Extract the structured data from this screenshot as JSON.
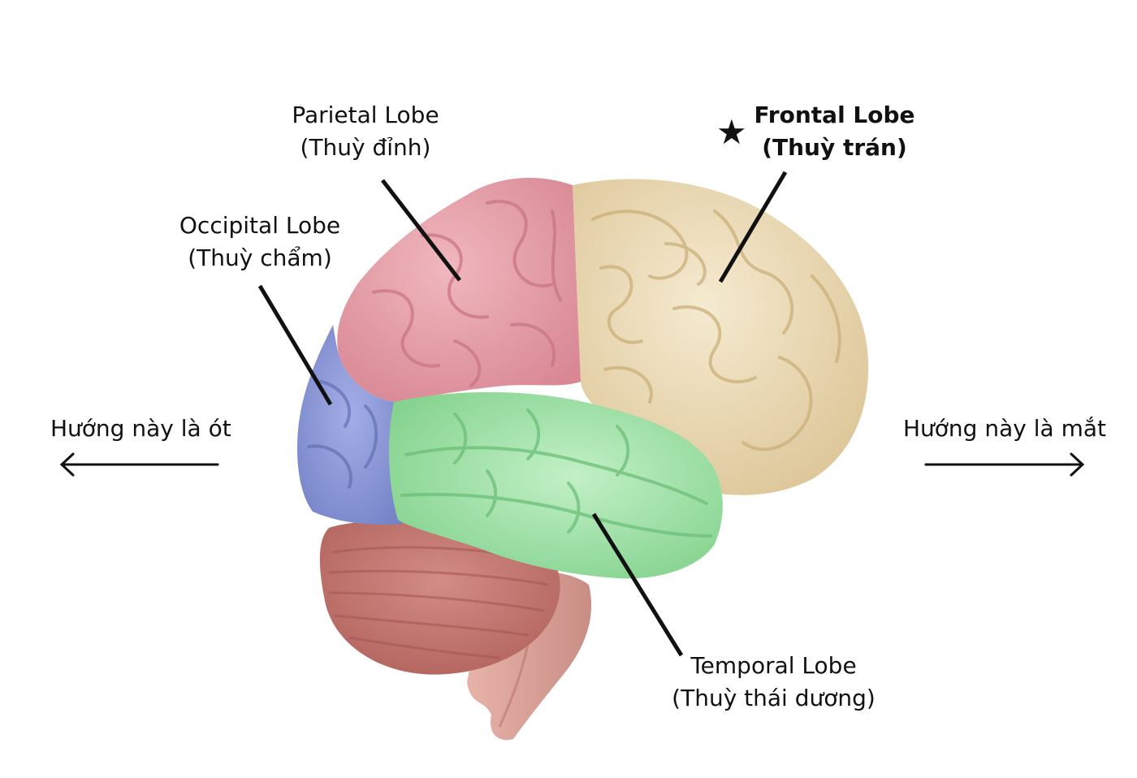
{
  "labels": {
    "parietal": {
      "name": "Parietal Lobe",
      "vi": "(Thuỳ đỉnh)"
    },
    "frontal": {
      "name": "Frontal Lobe",
      "vi": "(Thuỳ trán)"
    },
    "occipital": {
      "name": "Occipital Lobe",
      "vi": "(Thuỳ chẩm)"
    },
    "temporal": {
      "name": "Temporal Lobe",
      "vi": "(Thuỳ thái dương)"
    }
  },
  "directions": {
    "left": "Hướng này là ót",
    "right": "Hướng này là mắt"
  },
  "marker": {
    "icon": "star-icon",
    "glyph": "★"
  },
  "colors": {
    "frontal": "#ecdcb4",
    "parietal": "#e6a2ab",
    "occipital": "#8e9ad8",
    "temporal": "#9ee0a6",
    "cerebellum": "#c77a74",
    "brainstem": "#dba39a",
    "leader": "#111111"
  }
}
